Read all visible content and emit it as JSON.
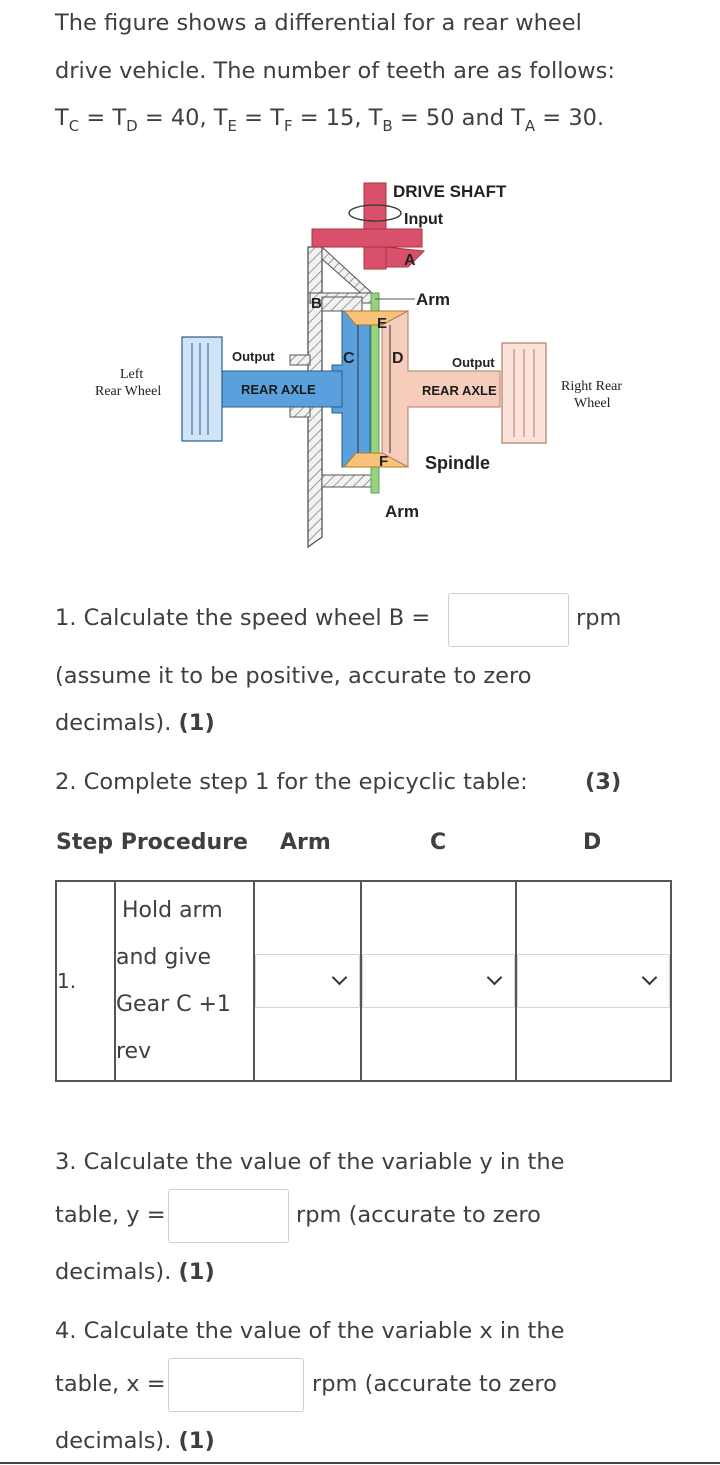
{
  "intro": {
    "line1": "The figure shows a differential for a rear wheel",
    "line2": "drive vehicle. The number of teeth are as follows:",
    "t_prefix": "T",
    "sub_c": "C",
    "sep_eq_t": " = T",
    "sub_d": "D",
    "val_cd": " = 40, T",
    "sub_e": "E",
    "sub_f": "F",
    "val_ef": " = 15, T",
    "sub_b": "B",
    "val_b": " = 50 and T",
    "sub_a": "A",
    "val_a": " = 30."
  },
  "diagram": {
    "drive_shaft": "DRIVE SHAFT",
    "input": "Input",
    "label_a": "A",
    "label_b": "B",
    "label_c": "C",
    "label_d": "D",
    "label_e": "E",
    "label_f": "F",
    "arm_top": "Arm",
    "arm_bottom": "Arm",
    "output_left": "Output",
    "output_right": "Output",
    "rear_axle_left": "REAR AXLE",
    "rear_axle_right": "REAR AXLE",
    "spindle": "Spindle",
    "left_wheel_1": "Left",
    "left_wheel_2": "Rear Wheel",
    "right_wheel_1": "Right Rear",
    "right_wheel_2": "Wheel"
  },
  "q1": {
    "text": "1. Calculate the speed wheel B =",
    "unit": "rpm",
    "line2": "(assume it to be positive, accurate to zero",
    "line3": "decimals).",
    "marks": "(1)"
  },
  "q2": {
    "text": "2.  Complete step 1 for the epicyclic table:",
    "marks": "(3)"
  },
  "table": {
    "headers": {
      "step_procedure": "Step Procedure",
      "arm": "Arm",
      "c": "C",
      "d": "D"
    },
    "row": {
      "step": "1.",
      "proc_1": "Hold arm",
      "proc_2": "and give",
      "proc_3": "Gear C +1",
      "proc_4": "rev"
    }
  },
  "q3": {
    "line1": "3.  Calculate the value of the variable y in the",
    "prefix": "table, y =",
    "unit": "rpm  (accurate to zero",
    "line3": "decimals).",
    "marks": "(1)"
  },
  "q4": {
    "line1": "4.  Calculate the value of the variable x in the",
    "prefix": "table, x =",
    "unit": "rpm (accurate to zero",
    "line3": "decimals).",
    "marks": "(1)"
  }
}
